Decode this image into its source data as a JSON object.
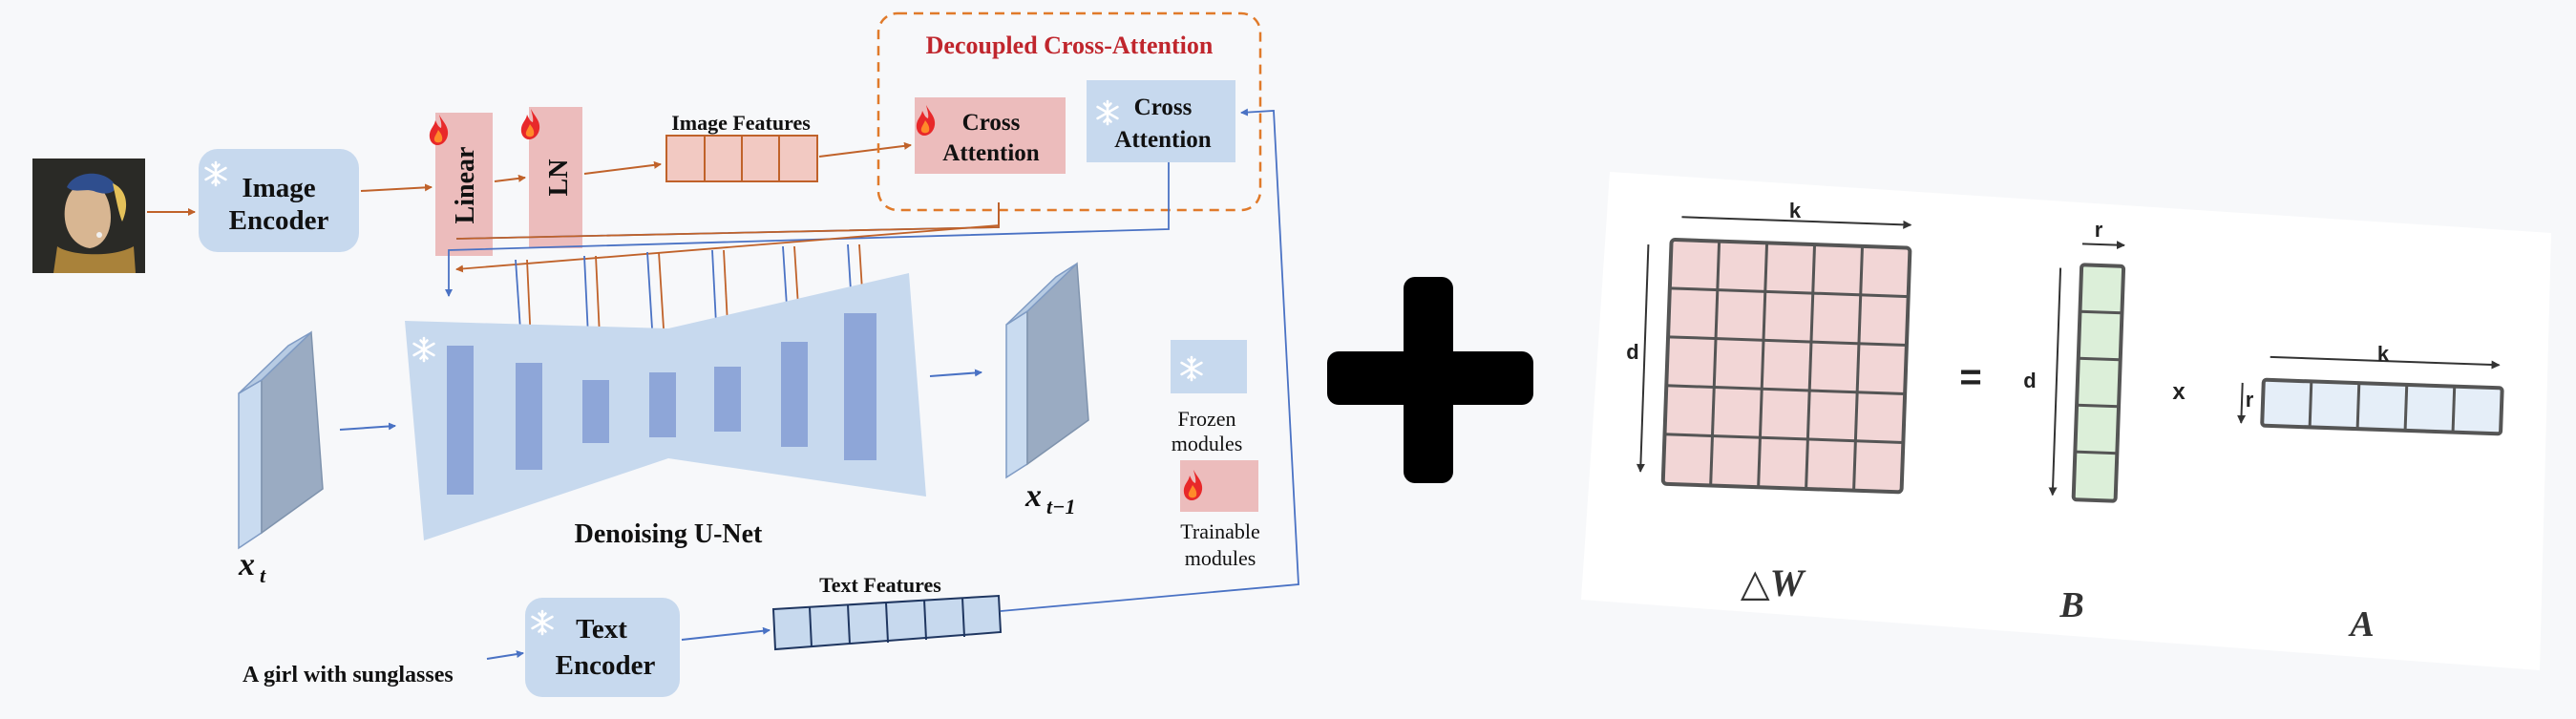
{
  "left": {
    "image_encoder_label": [
      "Image",
      "Encoder"
    ],
    "linear_label": "Linear",
    "ln_label": "LN",
    "image_features_label": "Image Features",
    "decoupled_title": "Decoupled Cross-Attention",
    "cross_attention_trainable": [
      "Cross",
      "Attention"
    ],
    "cross_attention_frozen": [
      "Cross",
      "Attention"
    ],
    "unet_label": "Denoising U-Net",
    "xt_label": "x",
    "xt_sub": "t",
    "xt1_label": "x",
    "xt1_sub": "t−1",
    "legend_frozen": [
      "Frozen",
      "modules"
    ],
    "legend_trainable": [
      "Trainable",
      "modules"
    ],
    "text_features_label": "Text Features",
    "text_encoder_label": [
      "Text",
      "Encoder"
    ],
    "prompt_text": "A girl with sunglasses"
  },
  "right": {
    "dw_label": "△W",
    "b_label": "B",
    "a_label": "A",
    "dim_k_top": "k",
    "dim_d_left": "d",
    "dim_r_top": "r",
    "dim_d_b": "d",
    "dim_k_a": "k",
    "dim_r_a": "r",
    "equals": "=",
    "times": "x"
  },
  "colors": {
    "blue_box": "#c7d9ee",
    "pink_box": "#ecbcbc",
    "orange_arrow": "#c0622a",
    "blue_arrow": "#4a72c4",
    "red_title": "#c0262d",
    "matrix_pink": "#f2d6d6",
    "matrix_green": "#dcefd9",
    "matrix_blue": "#e5eef8"
  }
}
